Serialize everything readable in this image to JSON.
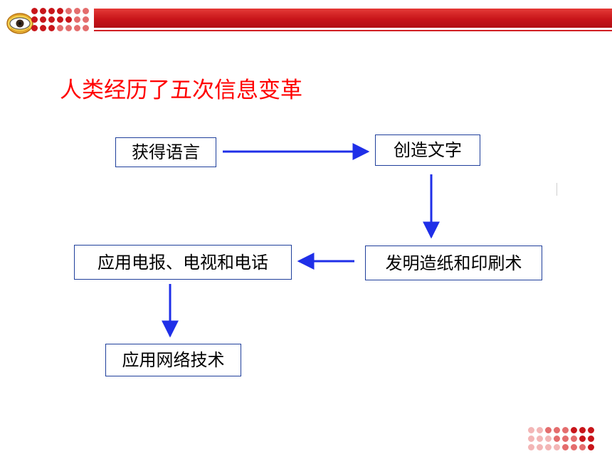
{
  "title": "人类经历了五次信息变革",
  "colors": {
    "title": "#ff0000",
    "header_red": "#d11f23",
    "arrow": "#1f2fe8",
    "box_border": "#1f3f9b",
    "dots": [
      "#c8151a",
      "#e46d6d",
      "#f3b6b6"
    ]
  },
  "logo": {
    "icon": "eye-logo-icon"
  },
  "diagram": {
    "nodes": [
      {
        "id": "node-1",
        "label": "获得语言"
      },
      {
        "id": "node-2",
        "label": "创造文字"
      },
      {
        "id": "node-3",
        "label": "发明造纸和印刷术"
      },
      {
        "id": "node-4",
        "label": "应用电报、电视和电话"
      },
      {
        "id": "node-5",
        "label": "应用网络技术"
      }
    ],
    "edges": [
      {
        "from": "node-1",
        "to": "node-2"
      },
      {
        "from": "node-2",
        "to": "node-3"
      },
      {
        "from": "node-3",
        "to": "node-4"
      },
      {
        "from": "node-4",
        "to": "node-5"
      }
    ]
  }
}
